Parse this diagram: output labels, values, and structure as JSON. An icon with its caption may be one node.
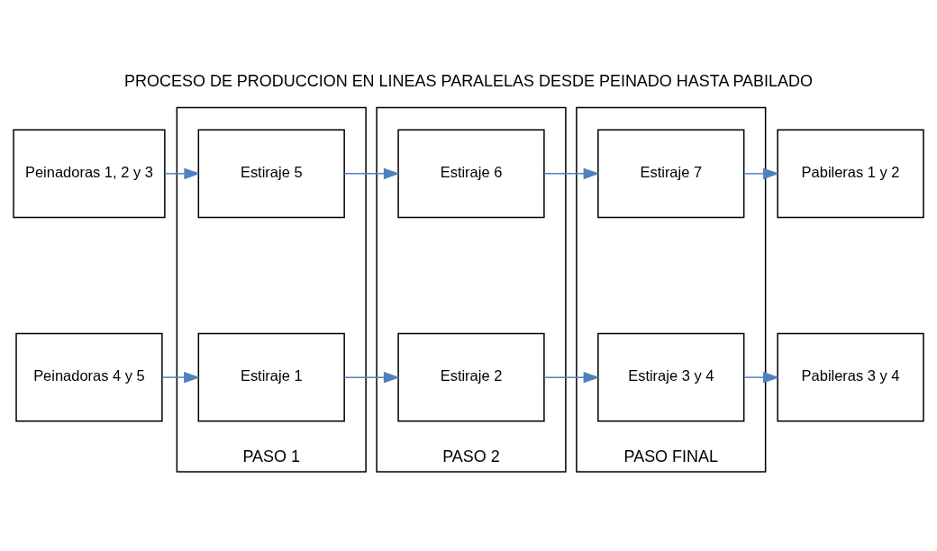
{
  "diagram": {
    "title": "PROCESO DE PRODUCCION EN LINEAS PARALELAS DESDE PEINADO HASTA PABILADO",
    "nodes": [
      {
        "text": [
          "Peinadoras 1, 2 y 3"
        ]
      },
      {
        "text": [
          "PASO 1"
        ]
      },
      {
        "text": [
          "Estiraje 5"
        ],
        "in": 1
      },
      {
        "text": [
          "Estiraje 1"
        ],
        "in": 1
      },
      {
        "text": [
          "PASO 2"
        ]
      },
      {
        "text": [
          "Estiraje 6"
        ],
        "in": 4
      },
      {
        "text": [
          "Estiraje 2"
        ],
        "in": 4
      },
      {
        "text": [
          "PASO FINAL"
        ]
      },
      {
        "text": [
          "Estiraje 7"
        ],
        "in": 7
      },
      {
        "text": [
          "Estiraje 3 y 4"
        ],
        "in": 7
      },
      {
        "text": [
          "Pabileras 1 y 2"
        ]
      },
      {
        "text": [
          "Peinadoras 4 y 5"
        ]
      },
      {
        "text": [
          "Pabileras 3 y 4"
        ]
      }
    ],
    "edges": [
      {
        "from": 0,
        "to": 2,
        "arrow": "to"
      },
      {
        "from": 2,
        "to": 5,
        "arrow": "to"
      },
      {
        "from": 5,
        "to": 8,
        "arrow": "to"
      },
      {
        "from": 8,
        "to": 10,
        "arrow": "to"
      },
      {
        "from": 11,
        "to": 3,
        "arrow": "to"
      },
      {
        "from": 3,
        "to": 6,
        "arrow": "to"
      },
      {
        "from": 6,
        "to": 9,
        "arrow": "to"
      },
      {
        "from": 9,
        "to": 12,
        "arrow": "to"
      }
    ]
  }
}
